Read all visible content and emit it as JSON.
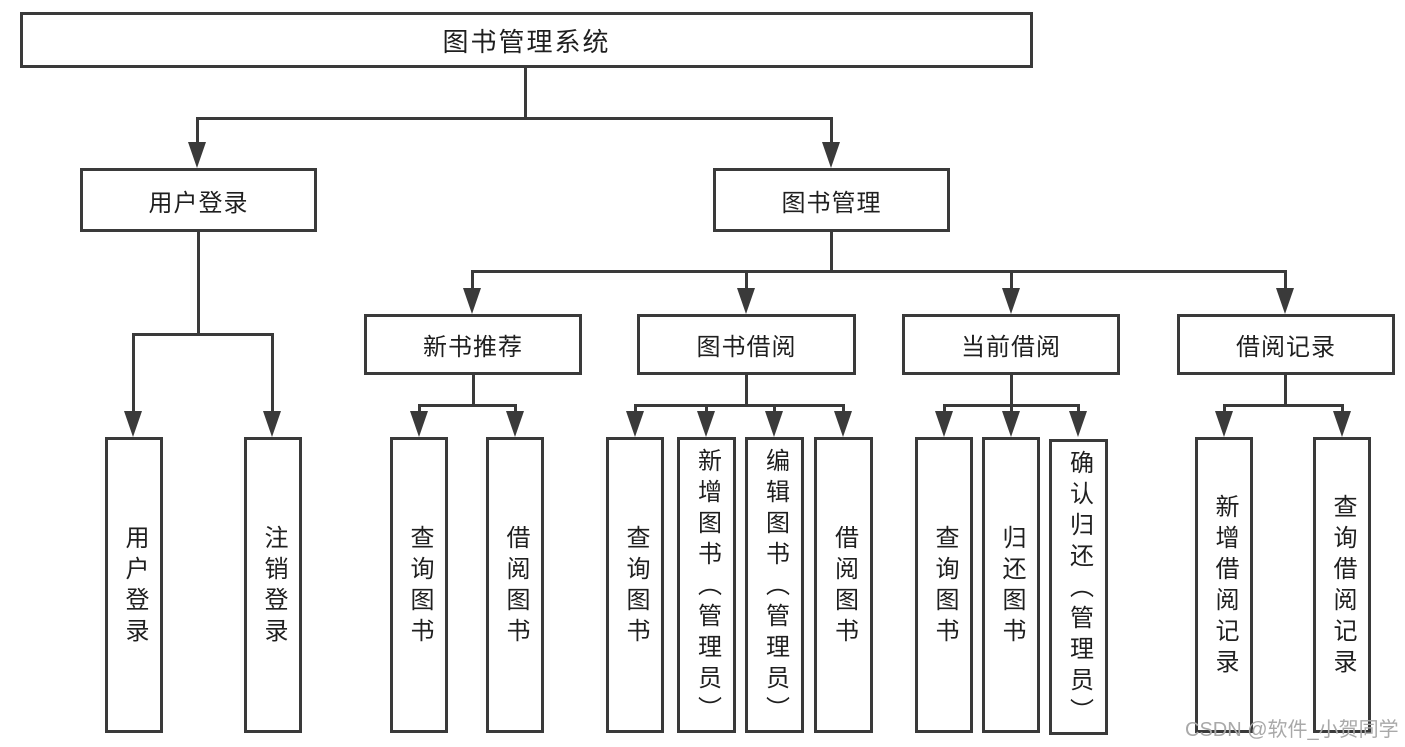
{
  "tree": {
    "root": {
      "label": "图书管理系统"
    },
    "branches": [
      {
        "label": "用户登录",
        "children": [
          {
            "label": "用户登录"
          },
          {
            "label": "注销登录"
          }
        ]
      },
      {
        "label": "图书管理",
        "children": [
          {
            "label": "新书推荐",
            "children": [
              {
                "label": "查询图书"
              },
              {
                "label": "借阅图书"
              }
            ]
          },
          {
            "label": "图书借阅",
            "children": [
              {
                "label": "查询图书"
              },
              {
                "label": "新增图书（管理员）"
              },
              {
                "label": "编辑图书（管理员）"
              },
              {
                "label": "借阅图书"
              }
            ]
          },
          {
            "label": "当前借阅",
            "children": [
              {
                "label": "查询图书"
              },
              {
                "label": "归还图书"
              },
              {
                "label": "确认归还（管理员）"
              }
            ]
          },
          {
            "label": "借阅记录",
            "children": [
              {
                "label": "新增借阅记录"
              },
              {
                "label": "查询借阅记录"
              }
            ]
          }
        ]
      }
    ]
  },
  "watermark": "CSDN @软件_小贺同学",
  "colors": {
    "line": "#3a3a3a",
    "text": "#1f1f1f",
    "background": "#ffffff",
    "watermark": "#a9a9a9"
  }
}
